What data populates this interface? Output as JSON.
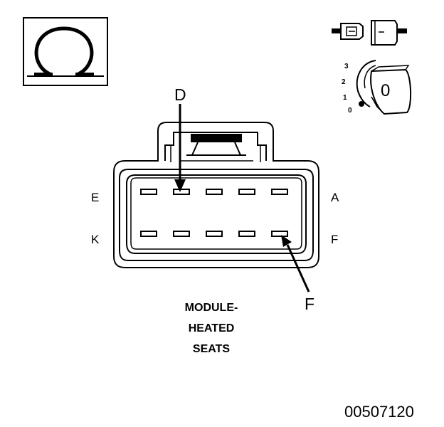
{
  "figure": {
    "type": "connector-pinout",
    "meter_mode_icon": "ohm-meter-icon",
    "connector_icon": "disconnected-connector-icon",
    "ignition_key_icon": "ignition-key-icon",
    "ignition_positions": [
      "3",
      "2",
      "1",
      "0"
    ],
    "ignition_key_glyph": "0",
    "pin_labels": {
      "top_left": "E",
      "top_right": "A",
      "bottom_left": "K",
      "bottom_right": "F"
    },
    "callouts": {
      "top": "D",
      "bottom": "F"
    },
    "title_lines": [
      "MODULE-",
      "HEATED",
      "SEATS"
    ],
    "reference_number": "00507120",
    "pin_rows": 2,
    "pins_per_row": 5
  }
}
